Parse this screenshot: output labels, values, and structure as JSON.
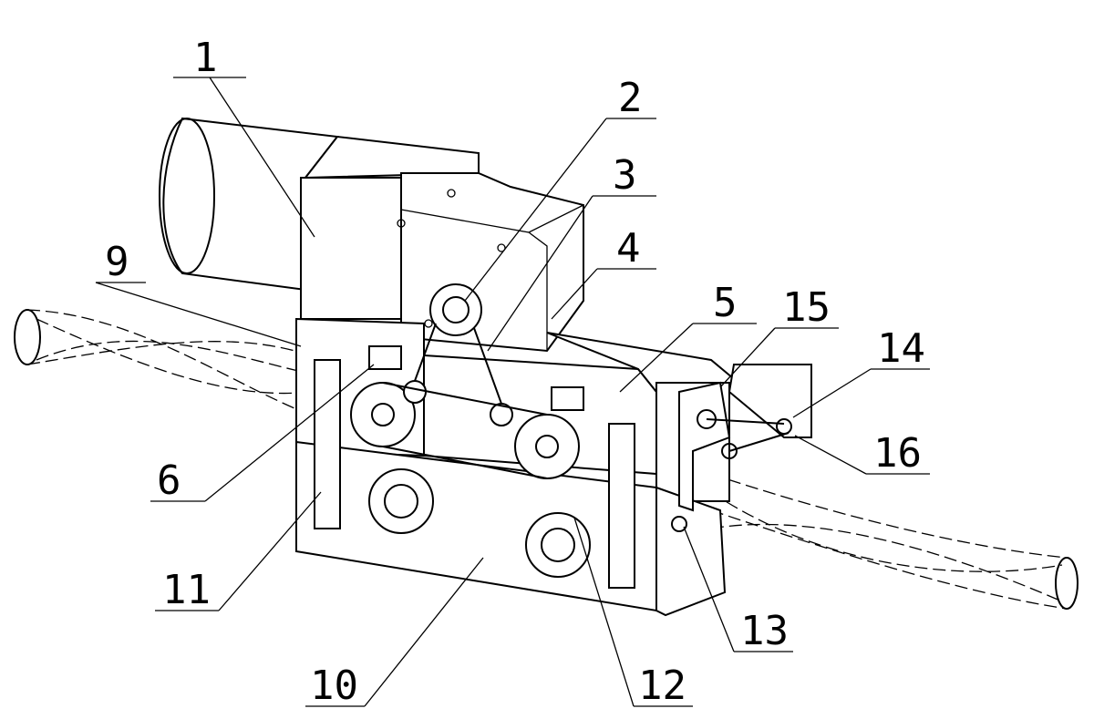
{
  "figure": {
    "labels": [
      {
        "id": "1",
        "text": "1"
      },
      {
        "id": "2",
        "text": "2"
      },
      {
        "id": "3",
        "text": "3"
      },
      {
        "id": "4",
        "text": "4"
      },
      {
        "id": "5",
        "text": "5"
      },
      {
        "id": "15",
        "text": "15"
      },
      {
        "id": "14",
        "text": "14"
      },
      {
        "id": "16",
        "text": "16"
      },
      {
        "id": "9",
        "text": "9"
      },
      {
        "id": "6",
        "text": "6"
      },
      {
        "id": "11",
        "text": "11"
      },
      {
        "id": "10",
        "text": "10"
      },
      {
        "id": "12",
        "text": "12"
      },
      {
        "id": "13",
        "text": "13"
      }
    ]
  }
}
